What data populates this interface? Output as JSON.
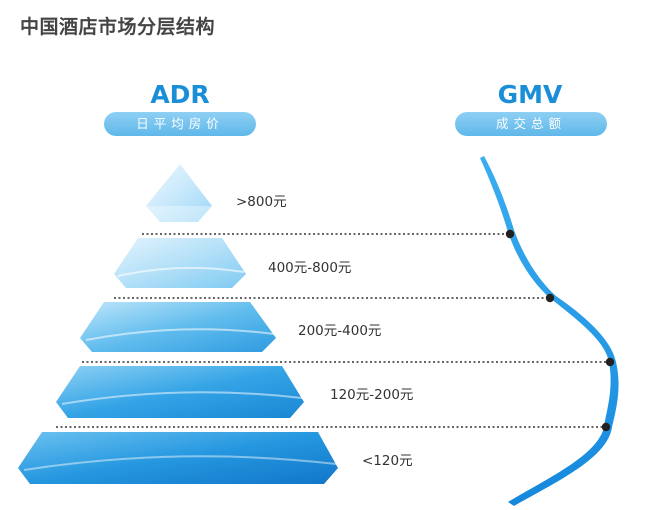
{
  "page": {
    "title": "中国酒店市场分层结构"
  },
  "adr": {
    "heading": "ADR",
    "subheading": "日平均房价"
  },
  "gmv": {
    "heading": "GMV",
    "subheading": "成交总额"
  },
  "tiers": [
    {
      "label": ">800元"
    },
    {
      "label": "400元-800元"
    },
    {
      "label": "200元-400元"
    },
    {
      "label": "120元-200元"
    },
    {
      "label": "<120元"
    }
  ],
  "colors": {
    "accent": "#1a8fd8",
    "pill": "#6cbfed",
    "curve": "#1a9ae6",
    "dots": "#222222"
  }
}
